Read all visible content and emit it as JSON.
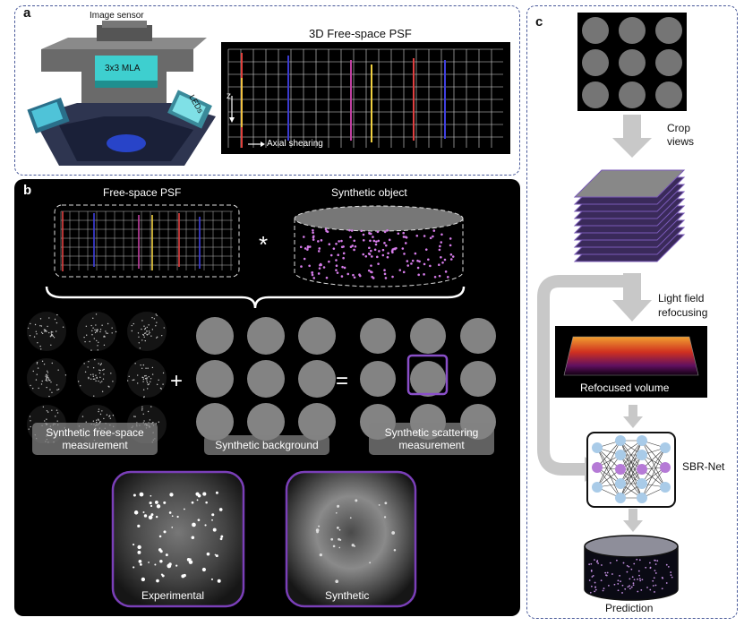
{
  "panels": {
    "a": {
      "letter": "a",
      "image_sensor": "Image sensor",
      "mla": "3x3 MLA",
      "leds": "LEDs",
      "psf_title": "3D Free-space PSF",
      "z_label": "z",
      "axial_shearing": "Axial shearing"
    },
    "b": {
      "letter": "b",
      "free_space_psf": "Free-space PSF",
      "synthetic_object": "Synthetic object",
      "convolve": "*",
      "plus": "+",
      "equals": "=",
      "free_space_measurement": "Synthetic free-space measurement",
      "synthetic_background": "Synthetic background",
      "scattering_measurement": "Synthetic scattering measurement",
      "experimental": "Experimental",
      "synthetic": "Synthetic"
    },
    "c": {
      "letter": "c",
      "crop_views": "Crop views",
      "light_field_refocusing": "Light field refocusing",
      "refocused_volume": "Refocused volume",
      "sbr_net": "SBR-Net",
      "prediction": "Prediction"
    }
  },
  "colors": {
    "panel_border": "#4a5a9a",
    "purple": "#8a4fc9",
    "arrow_gray": "#c8c8c8",
    "node_blue": "#a9cbe8",
    "node_purple": "#b57ad6"
  }
}
